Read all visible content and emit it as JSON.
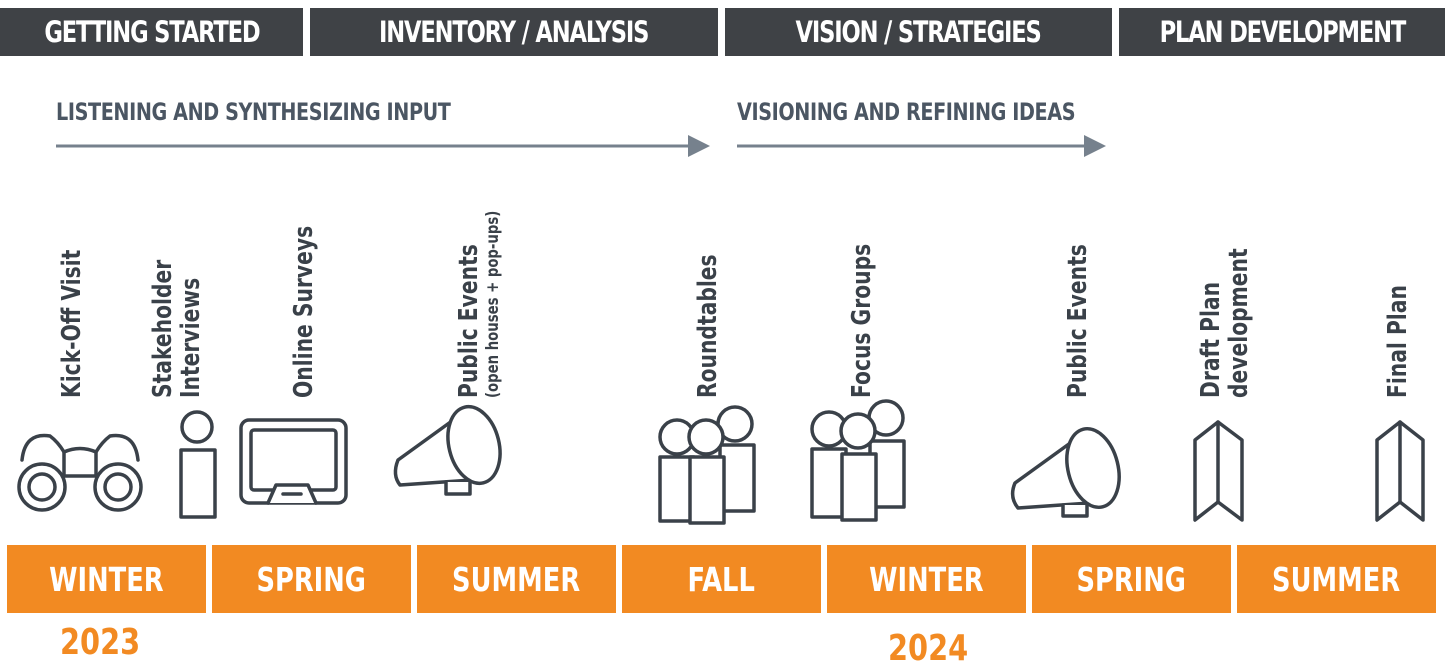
{
  "phases": [
    "GETTING STARTED",
    "INVENTORY / ANALYSIS",
    "VISION / STRATEGIES",
    "PLAN DEVELOPMENT"
  ],
  "flows": [
    "LISTENING AND SYNTHESIZING INPUT",
    "VISIONING AND REFINING IDEAS"
  ],
  "activities": [
    {
      "label": "Kick-Off Visit",
      "icon": "binoculars-icon"
    },
    {
      "label": "Stakeholder",
      "label2": "Interviews",
      "icon": "person-icon"
    },
    {
      "label": "Online Surveys",
      "icon": "laptop-icon"
    },
    {
      "label": "Public Events",
      "sublabel": "(open houses + pop-ups)",
      "icon": "megaphone-icon"
    },
    {
      "label": "Roundtables",
      "icon": "group-icon"
    },
    {
      "label": "Focus Groups",
      "icon": "group-icon"
    },
    {
      "label": "Public Events",
      "icon": "megaphone-icon"
    },
    {
      "label": "Draft Plan",
      "label2": "development",
      "icon": "folded-document-icon"
    },
    {
      "label": "Final Plan",
      "icon": "folded-document-icon"
    }
  ],
  "seasons": [
    "WINTER",
    "SPRING",
    "SUMMER",
    "FALL",
    "WINTER",
    "SPRING",
    "SUMMER"
  ],
  "years": [
    "2023",
    "2024"
  ],
  "colors": {
    "phase_bar": "#3f4246",
    "season_bar": "#f28a22",
    "year_text": "#f28a22",
    "arrow": "#76818d",
    "icon_stroke": "#3a4149"
  }
}
